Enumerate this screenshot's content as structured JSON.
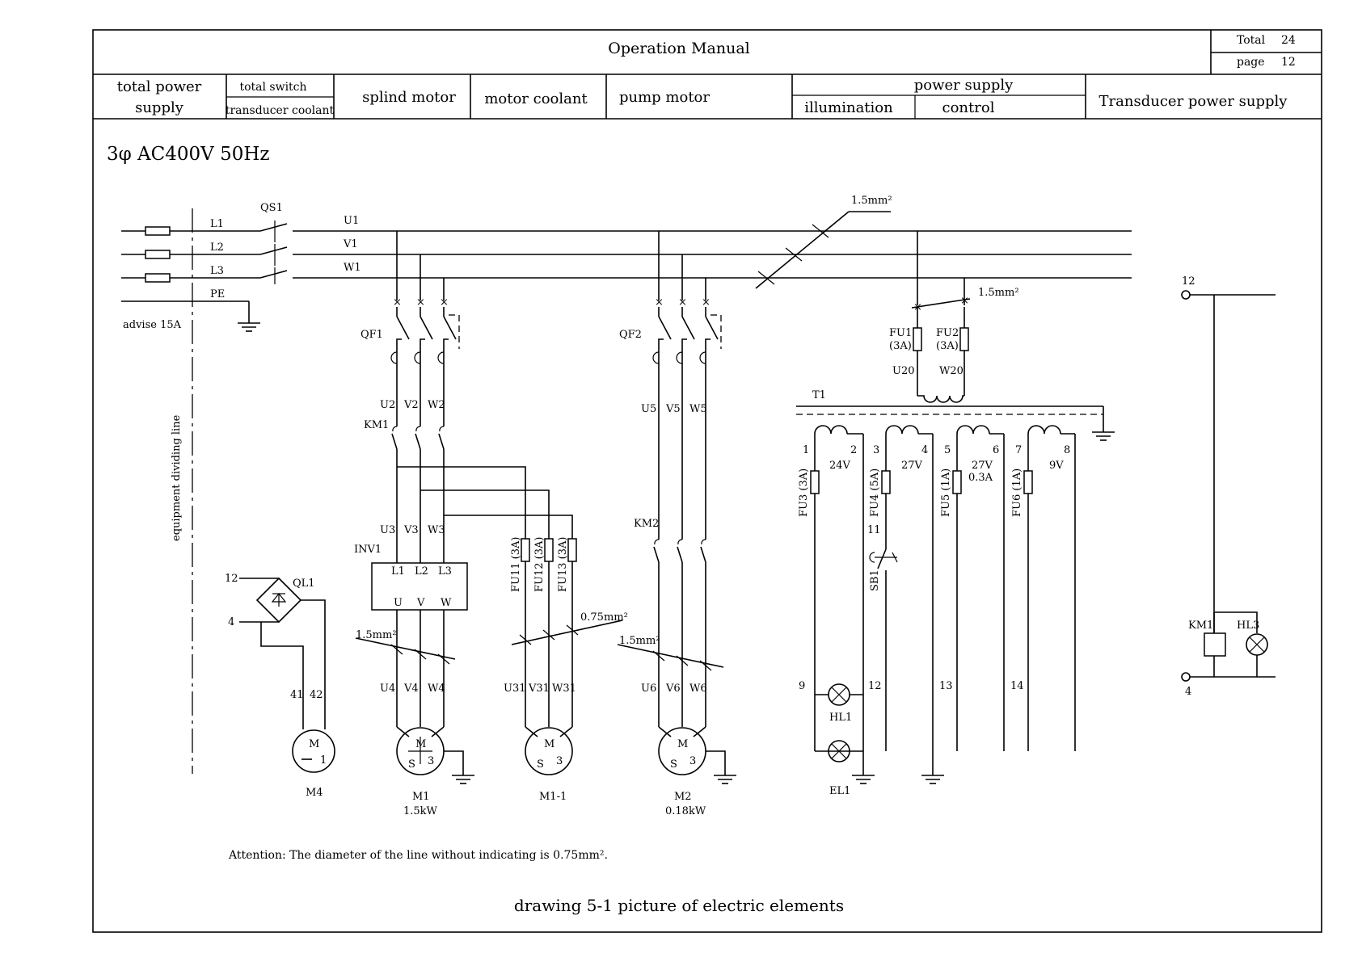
{
  "header": {
    "title": "Operation Manual",
    "total_label": "Total",
    "total_value": "24",
    "page_label": "page",
    "page_value": "12"
  },
  "sections": {
    "total_power_supply_1": "total power",
    "total_power_supply_2": "supply",
    "total_switch": "total switch",
    "transducer_coolant": "transducer coolant",
    "splind_motor": "splind motor",
    "motor_coolant": "motor coolant",
    "pump_motor": "pump motor",
    "power_supply": "power supply",
    "illumination": "illumination",
    "control": "control",
    "transducer_power_supply": "Transducer power supply"
  },
  "supply": "3φ AC400V 50Hz",
  "labels": {
    "QS1": "QS1",
    "L1": "L1",
    "L2": "L2",
    "L3": "L3",
    "PE": "PE",
    "U1": "U1",
    "V1": "V1",
    "W1": "W1",
    "advise": "advise 15A",
    "dividing": "equipment dividing line",
    "QF1": "QF1",
    "QF2": "QF2",
    "U2": "U2",
    "V2": "V2",
    "W2": "W2",
    "KM1": "KM1",
    "U5": "U5",
    "V5": "V5",
    "W5": "W5",
    "KM2": "KM2",
    "U3": "U3",
    "V3": "V3",
    "W3": "W3",
    "INV1": "INV1",
    "inv_L1": "L1",
    "inv_L2": "L2",
    "inv_L3": "L3",
    "inv_U": "U",
    "inv_V": "V",
    "inv_W": "W",
    "FU11": "FU11 (3A)",
    "FU12": "FU12 (3A)",
    "FU13": "FU13 (3A)",
    "w15a": "1.5mm²",
    "w075": "0.75mm²",
    "w15b": "1.5mm²",
    "w15c": "1.5mm²",
    "w15d": "1.5mm²",
    "U4": "U4",
    "V4": "V4",
    "W4": "W4",
    "U31": "U31",
    "V31": "V31",
    "W31": "W31",
    "U6": "U6",
    "V6": "V6",
    "W6": "W6",
    "n12": "12",
    "n4": "4",
    "QL1": "QL1",
    "n41": "41",
    "n42": "42",
    "M": "M",
    "S": "S",
    "three": "3",
    "one": "1",
    "M4": "M4",
    "M1": "M1",
    "M1_kw": "1.5kW",
    "M1_1": "M1-1",
    "M2": "M2",
    "M2_kw": "0.18kW",
    "FU1": "FU1",
    "FU1_r": "(3A)",
    "FU2": "FU2",
    "FU2_r": "(3A)",
    "U20": "U20",
    "W20": "W20",
    "T1": "T1",
    "t1": "1",
    "t2": "2",
    "t3": "3",
    "t4": "4",
    "t5": "5",
    "t6": "6",
    "t7": "7",
    "t8": "8",
    "v24": "24V",
    "v27": "27V",
    "v27b": "27V",
    "a03": "0.3A",
    "v9": "9V",
    "FU3": "FU3 (3A)",
    "FU4": "FU4 (5A)",
    "FU5": "FU5 (1A)",
    "FU6": "FU6 (1A)",
    "n11": "11",
    "SB1": "SB1",
    "n9": "9",
    "n12b": "12",
    "n13": "13",
    "n14": "14",
    "HL1": "HL1",
    "EL1": "EL1",
    "r12": "12",
    "r4": "4",
    "rKM1": "KM1",
    "HL3": "HL3"
  },
  "attention": "Attention: The diameter of the line without indicating is 0.75mm².",
  "caption": "drawing 5-1  picture of electric elements"
}
